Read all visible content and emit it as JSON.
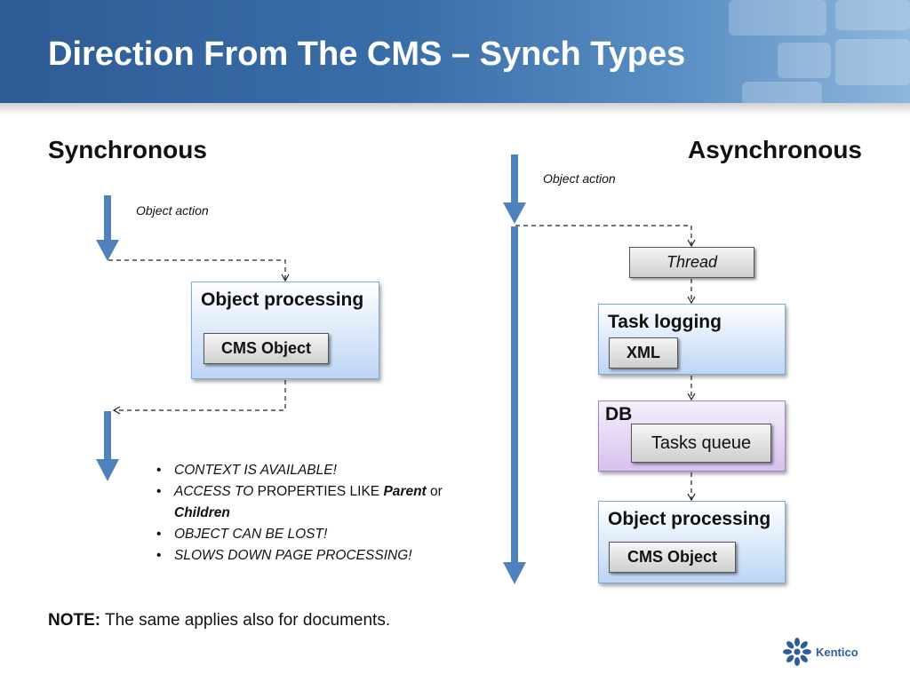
{
  "slide": {
    "title": "Direction From The CMS – Synch Types"
  },
  "synchronous": {
    "heading": "Synchronous",
    "action_label": "Object action",
    "processing_box": {
      "title": "Object processing",
      "object_label": "CMS Object"
    },
    "bullets": [
      {
        "parts": [
          "CONTEXT IS AVAILABLE!"
        ]
      },
      {
        "parts": [
          "ACCESS TO",
          " PROPERTIES LIKE ",
          "Parent",
          " or ",
          "Children"
        ]
      },
      {
        "parts": [
          "OBJECT CAN BE LOST!"
        ]
      },
      {
        "parts": [
          "SLOWS DOWN PAGE PROCESSING!"
        ]
      }
    ]
  },
  "asynchronous": {
    "heading": "Asynchronous",
    "action_label": "Object action",
    "thread_label": "Thread",
    "task_logging_box": {
      "title": "Task logging",
      "object_label": "XML"
    },
    "db_box": {
      "title": "DB",
      "object_label": "Tasks queue"
    },
    "processing_box": {
      "title": "Object processing",
      "object_label": "CMS Object"
    }
  },
  "note": {
    "label": "NOTE:",
    "text": " The same applies also for documents."
  },
  "logo": {
    "text": "Kentico"
  },
  "colors": {
    "header": "#3a6ea8",
    "arrow": "#4f81bd",
    "blue_box": "#bcd5f6",
    "purple_box": "#d7c1ee",
    "logo": "#2c5e9c"
  }
}
